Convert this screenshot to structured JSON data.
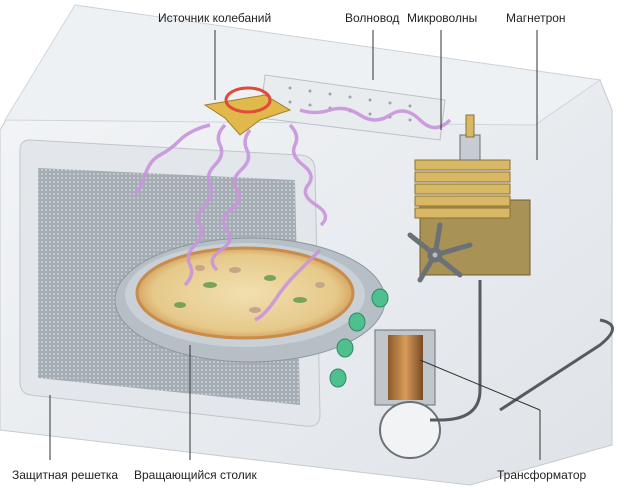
{
  "diagram": {
    "labels": {
      "oscillator": "Источник колебаний",
      "waveguide": "Волновод",
      "microwaves": "Микроволны",
      "magnetron": "Магнетрон",
      "grid": "Защитная решетка",
      "turntable": "Вращающийся столик",
      "transformer": "Трансформатор"
    }
  }
}
